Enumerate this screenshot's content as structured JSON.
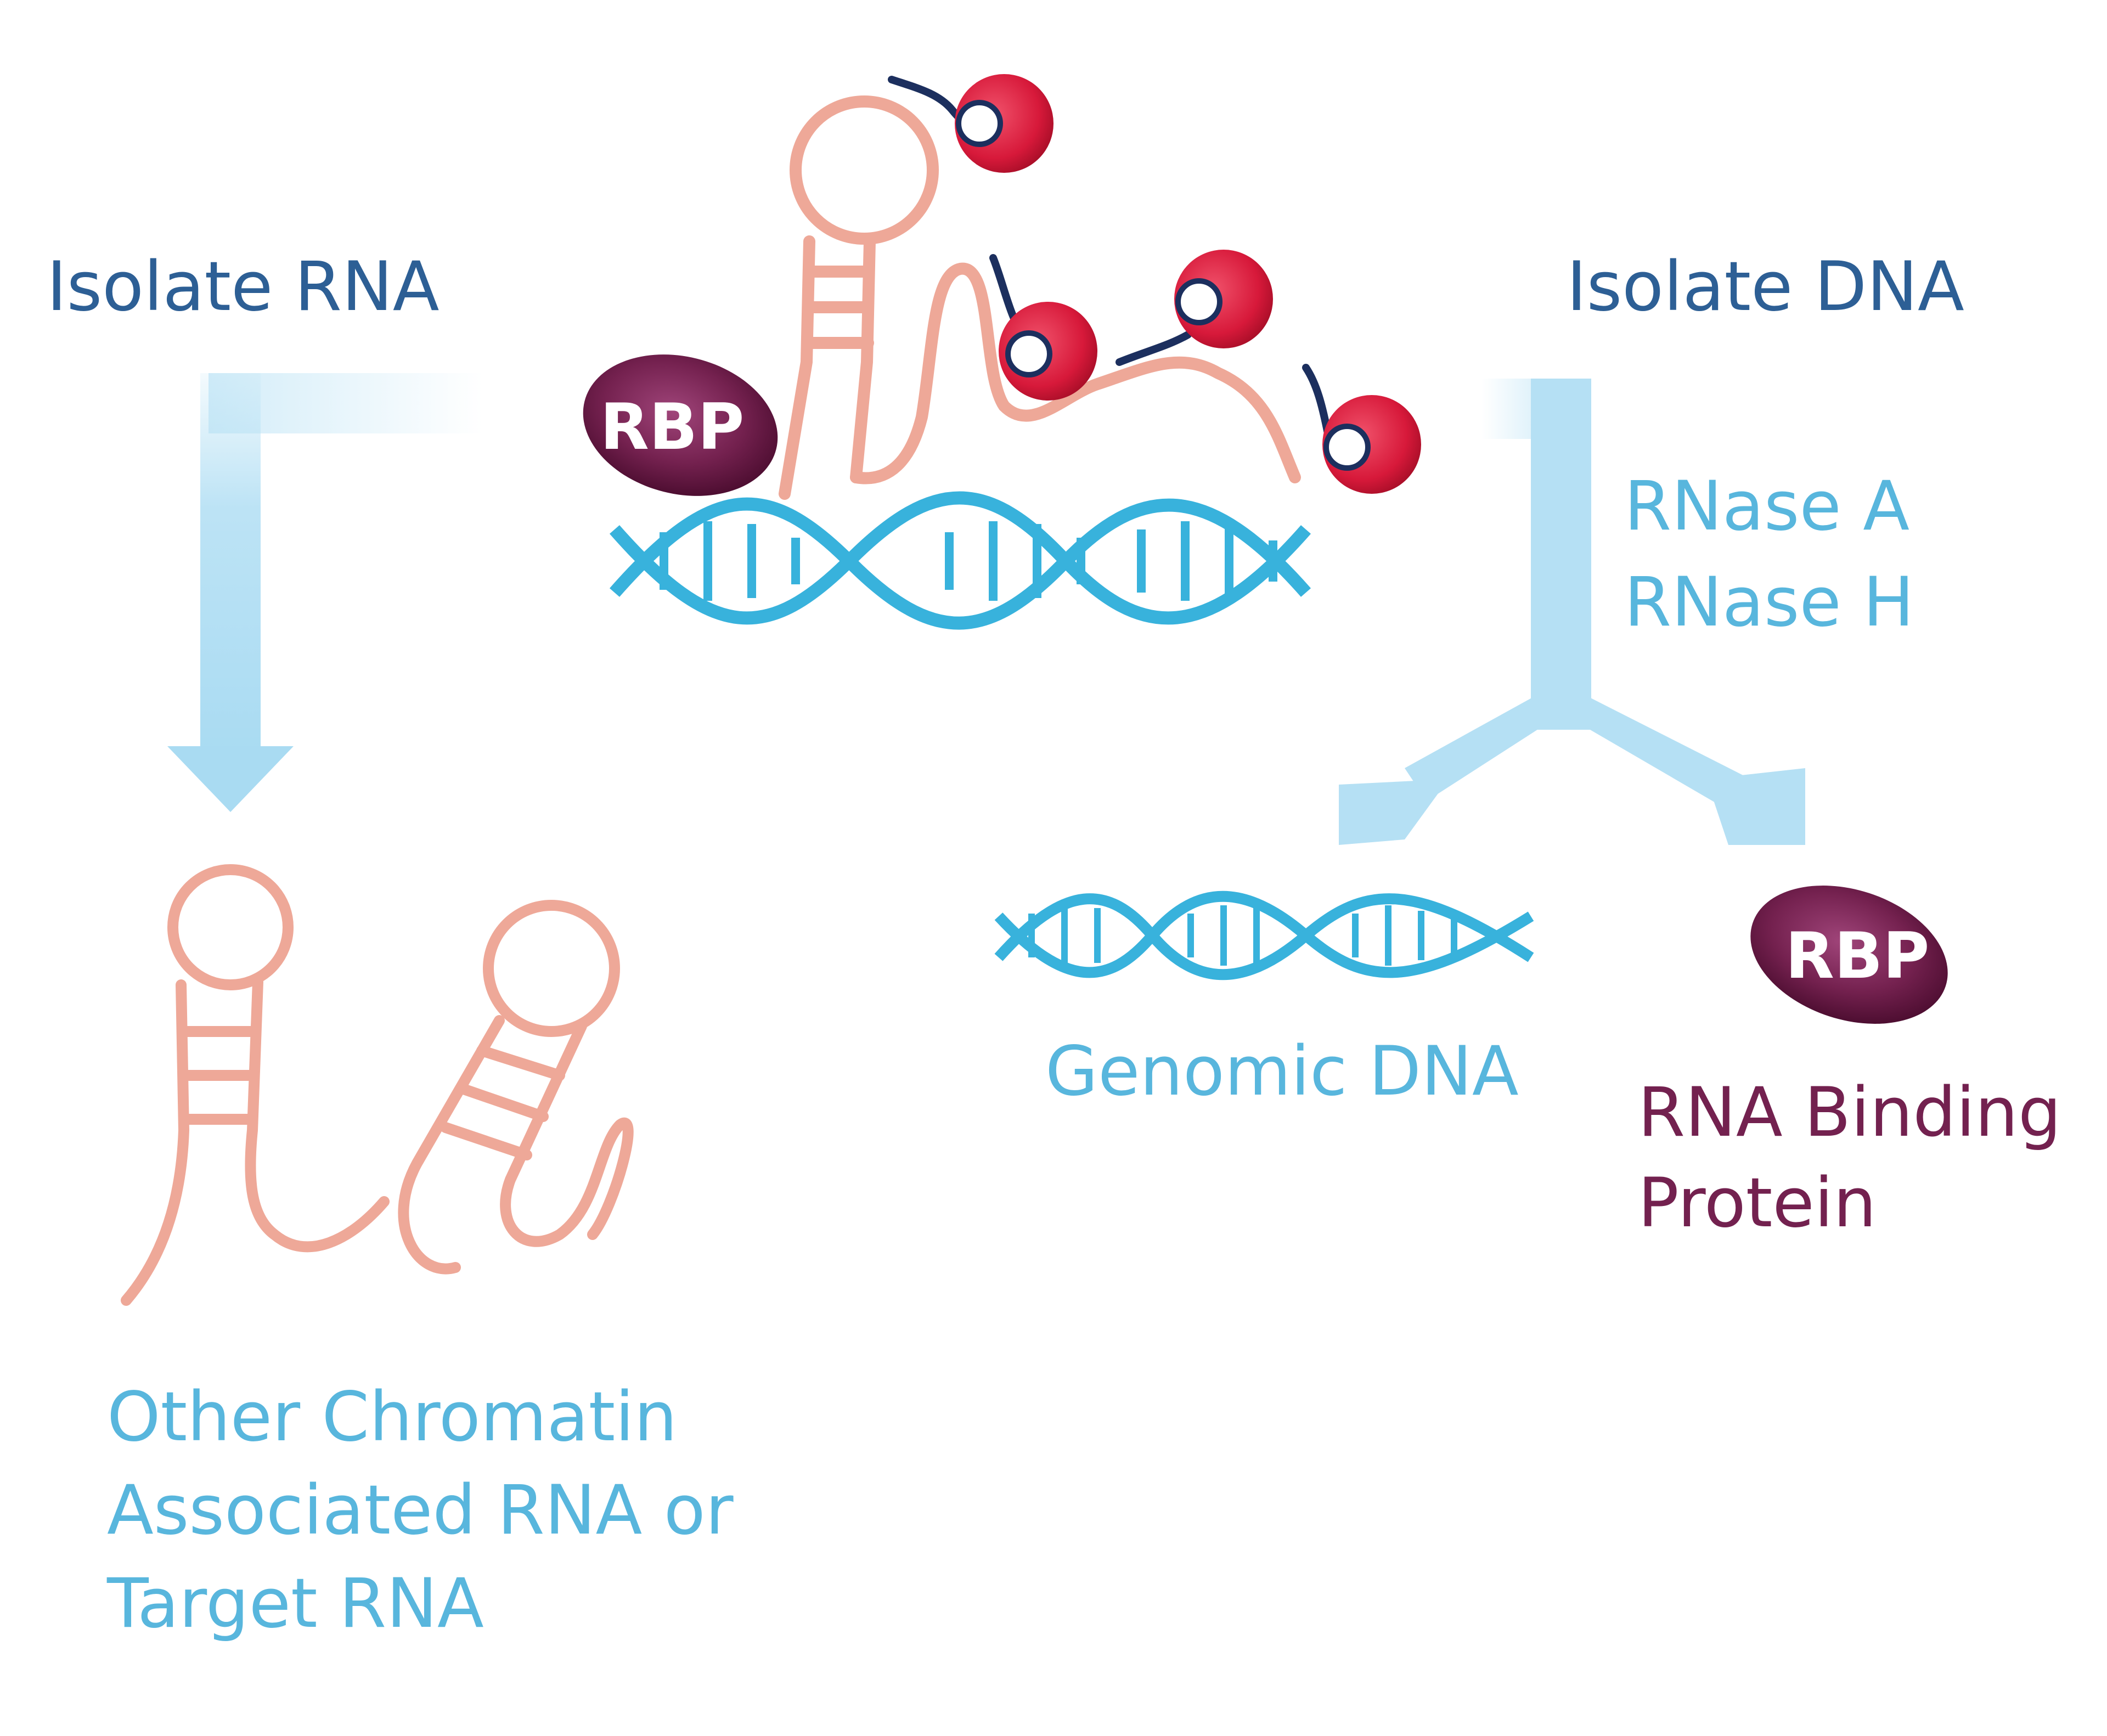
{
  "labels": {
    "isolate_rna": "Isolate RNA",
    "isolate_dna": "Isolate DNA",
    "rnase_a": "RNase A",
    "rnase_h": "RNase H",
    "genomic_dna": "Genomic DNA",
    "rbp_name_line1": "RNA Binding",
    "rbp_name_line2": "Protein",
    "rna_result_line1": "Other Chromatin",
    "rna_result_line2": "Associated RNA or",
    "rna_result_line3": "Target RNA"
  },
  "rbp_badge": "RBP",
  "colors": {
    "dark_blue_text": "#2d5f95",
    "light_blue_text": "#58b6dd",
    "arrow": "#b5e0f4",
    "dna_helix": "#38b2dc",
    "rna_strand": "#eea898",
    "rbp_purple": "#6e1e4d",
    "probe_red": "#d7193a",
    "probe_navy": "#1c2f5e"
  },
  "icons": {
    "rna_stem_loop": "rna-hairpin-icon",
    "dna_helix": "dna-double-helix-icon",
    "rbp": "protein-oval-icon",
    "probe": "biotin-probe-icon"
  }
}
